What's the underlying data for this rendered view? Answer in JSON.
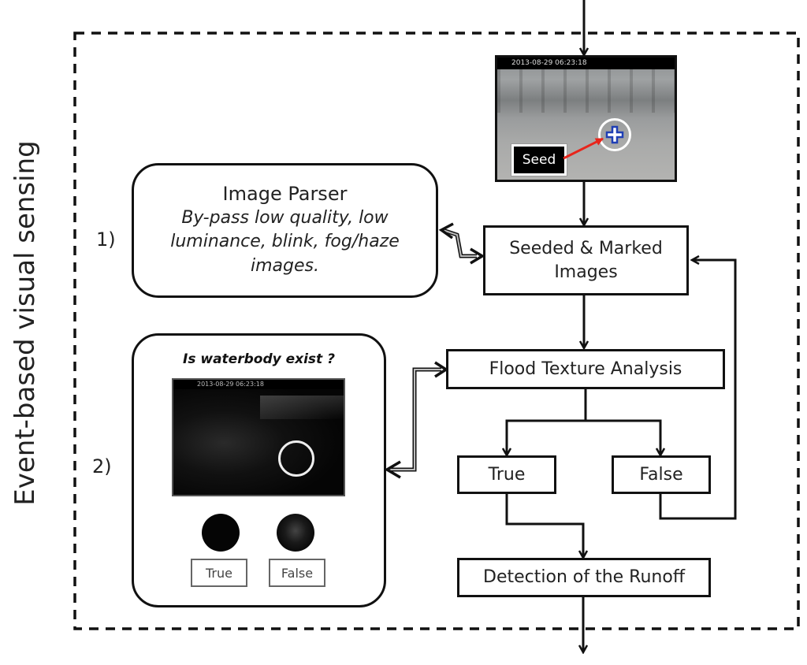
{
  "diagram": {
    "side_label": "Event-based visual sensing",
    "steps": [
      "1)",
      "2)"
    ],
    "camera_image": {
      "timestamp": "2013-08-29 06:23:18",
      "seed_label": "Seed",
      "seed_marker": "plus-in-circle",
      "arrow_color": "#e8251b"
    },
    "image_parser": {
      "title": "Image Parser",
      "description": "By-pass low quality,  low luminance, blink, fog/haze images."
    },
    "seeded_marked": {
      "label_line1": "Seeded & Marked",
      "label_line2": "Images"
    },
    "waterbody": {
      "title": "Is waterbody exist ?",
      "timestamp": "2013-08-29 06:23:18",
      "true_label": "True",
      "false_label": "False"
    },
    "flood_texture": {
      "label": "Flood Texture Analysis"
    },
    "true_node": {
      "label": "True"
    },
    "false_node": {
      "label": "False"
    },
    "runoff": {
      "label": "Detection of the Runoff"
    }
  }
}
